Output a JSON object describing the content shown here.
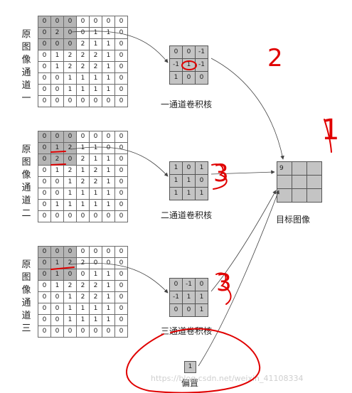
{
  "inputs": [
    {
      "label": [
        "原",
        "图",
        "像",
        "通",
        "道",
        "一"
      ],
      "rows": [
        [
          "0",
          "0",
          "0",
          "0",
          "0",
          "0",
          "0"
        ],
        [
          "0",
          "2",
          "0",
          "0",
          "1",
          "1",
          "0"
        ],
        [
          "0",
          "0",
          "0",
          "2",
          "1",
          "1",
          "0"
        ],
        [
          "0",
          "1",
          "2",
          "2",
          "2",
          "1",
          "0"
        ],
        [
          "0",
          "1",
          "2",
          "2",
          "2",
          "1",
          "0"
        ],
        [
          "0",
          "0",
          "1",
          "1",
          "1",
          "1",
          "0"
        ],
        [
          "0",
          "0",
          "1",
          "1",
          "1",
          "1",
          "0"
        ],
        [
          "0",
          "0",
          "0",
          "0",
          "0",
          "0",
          "0"
        ]
      ]
    },
    {
      "label": [
        "原",
        "图",
        "像",
        "通",
        "道",
        "二"
      ],
      "rows": [
        [
          "0",
          "0",
          "0",
          "0",
          "0",
          "0",
          "0"
        ],
        [
          "0",
          "1",
          "2",
          "1",
          "1",
          "0",
          "0"
        ],
        [
          "0",
          "2",
          "0",
          "2",
          "1",
          "1",
          "0"
        ],
        [
          "0",
          "1",
          "2",
          "1",
          "2",
          "1",
          "0"
        ],
        [
          "0",
          "0",
          "1",
          "2",
          "2",
          "1",
          "0"
        ],
        [
          "0",
          "0",
          "1",
          "1",
          "1",
          "1",
          "0"
        ],
        [
          "0",
          "1",
          "1",
          "1",
          "1",
          "1",
          "0"
        ],
        [
          "0",
          "0",
          "0",
          "0",
          "0",
          "0",
          "0"
        ]
      ]
    },
    {
      "label": [
        "原",
        "图",
        "像",
        "通",
        "道",
        "三"
      ],
      "rows": [
        [
          "0",
          "0",
          "0",
          "0",
          "0",
          "0",
          "0"
        ],
        [
          "0",
          "1",
          "2",
          "2",
          "0",
          "0",
          "0"
        ],
        [
          "0",
          "1",
          "0",
          "0",
          "1",
          "1",
          "0"
        ],
        [
          "0",
          "1",
          "2",
          "2",
          "2",
          "1",
          "0"
        ],
        [
          "0",
          "0",
          "1",
          "2",
          "2",
          "1",
          "0"
        ],
        [
          "0",
          "0",
          "1",
          "1",
          "1",
          "1",
          "0"
        ],
        [
          "0",
          "0",
          "1",
          "1",
          "1",
          "1",
          "0"
        ],
        [
          "0",
          "0",
          "0",
          "0",
          "0",
          "0",
          "0"
        ]
      ]
    }
  ],
  "kernels": [
    {
      "caption": "一通道卷积核",
      "rows": [
        [
          "0",
          "0",
          "-1"
        ],
        [
          "-1",
          "1",
          "-1"
        ],
        [
          "1",
          "0",
          "0"
        ]
      ]
    },
    {
      "caption": "二通道卷积核",
      "rows": [
        [
          "1",
          "0",
          "1"
        ],
        [
          "1",
          "1",
          "0"
        ],
        [
          "1",
          "1",
          "1"
        ]
      ]
    },
    {
      "caption": "三通道卷积核",
      "rows": [
        [
          "0",
          "-1",
          "0"
        ],
        [
          "-1",
          "1",
          "1"
        ],
        [
          "0",
          "0",
          "1"
        ]
      ]
    }
  ],
  "output": {
    "caption": "目标图像",
    "rows": [
      [
        "9",
        "",
        ""
      ],
      [
        "",
        "",
        ""
      ],
      [
        "",
        "",
        ""
      ]
    ]
  },
  "bias": {
    "caption": "偏置",
    "value": "1"
  },
  "annotations": {
    "kernel1_note": "2",
    "kernel2_note": "3",
    "kernel3_note": "3",
    "side_note": "1"
  },
  "watermark": "https://blog.csdn.net/weixin_41108334",
  "colors": {
    "shade": "#b5b5b5",
    "kernel_fill": "#c4c4c4",
    "ink": "#e00000",
    "grid_line": "#6b6b6b"
  }
}
